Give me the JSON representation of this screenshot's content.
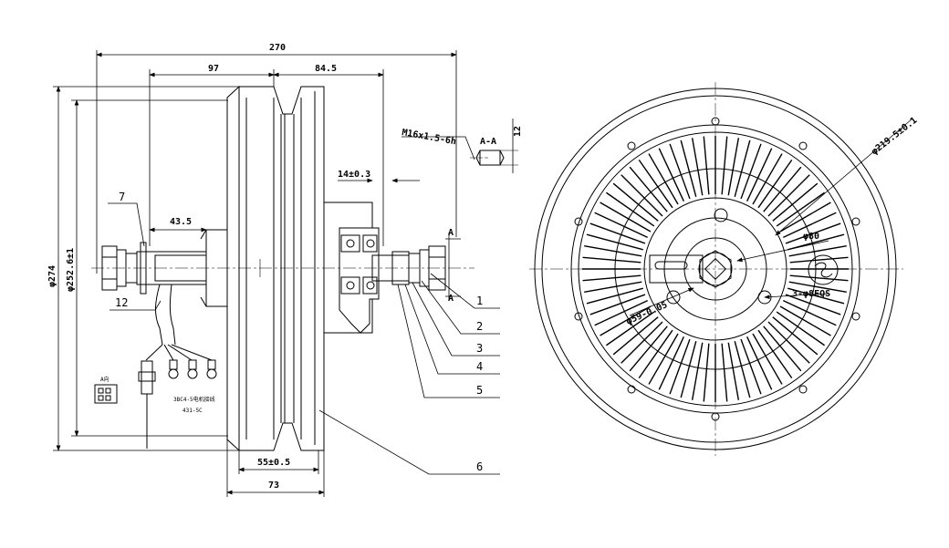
{
  "dimensions": {
    "overall_width": "270",
    "left_offset": "97",
    "right_offset": "84.5",
    "bearing_offset": "14±0.3",
    "thread_length": "43.5",
    "rim_inner": "55±0.5",
    "rim_outer": "73",
    "diameter_outer": "φ274",
    "diameter_rim": "φ252.6±1",
    "thread_spec": "M16x1.5-6h",
    "section": "A-A",
    "flat_width": "12",
    "pcd": "φ219.5±0.1",
    "hub_bore": "φ80",
    "hole_pattern": "3-φ8EQS",
    "bearing_dia": "φ59-0.05",
    "section_mark": "A"
  },
  "callouts": [
    "1",
    "2",
    "3",
    "4",
    "5",
    "6",
    "7",
    "12"
  ],
  "connector": {
    "top_label": "A向",
    "caption_1": "3BC4-5电机接线",
    "caption_2": "431-5C"
  }
}
